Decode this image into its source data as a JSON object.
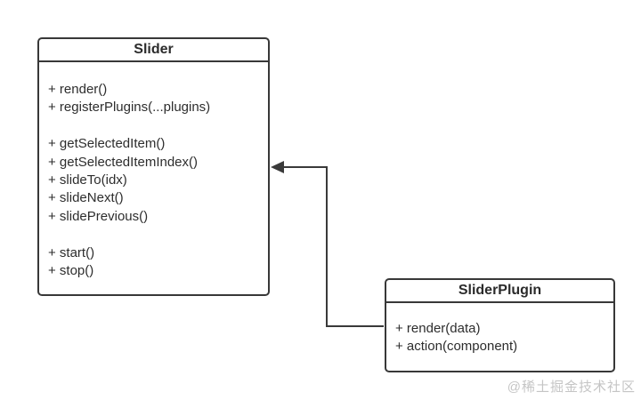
{
  "diagram": {
    "type": "uml-class-diagram",
    "background_color": "#ffffff",
    "stroke_color": "#383838",
    "text_color": "#2d2d2d"
  },
  "slider_class": {
    "title": "Slider",
    "methods_group1": [
      "+ render()",
      "+ registerPlugins(...plugins)"
    ],
    "methods_group2": [
      "+ getSelectedItem()",
      "+ getSelectedItemIndex()",
      "+ slideTo(idx)",
      "+ slideNext()",
      "+ slidePrevious()"
    ],
    "methods_group3": [
      "+ start()",
      "+ stop()"
    ]
  },
  "slider_plugin_class": {
    "title": "SliderPlugin",
    "methods_group1": [
      "+ render(data)",
      "+ action(component)"
    ]
  },
  "connector": {
    "from": "SliderPlugin",
    "to": "Slider",
    "style": "solid-line-filled-arrowhead",
    "direction": "points-left-into-Slider"
  },
  "watermark": {
    "text": "@稀土掘金技术社区",
    "color": "#c5c5c5"
  }
}
